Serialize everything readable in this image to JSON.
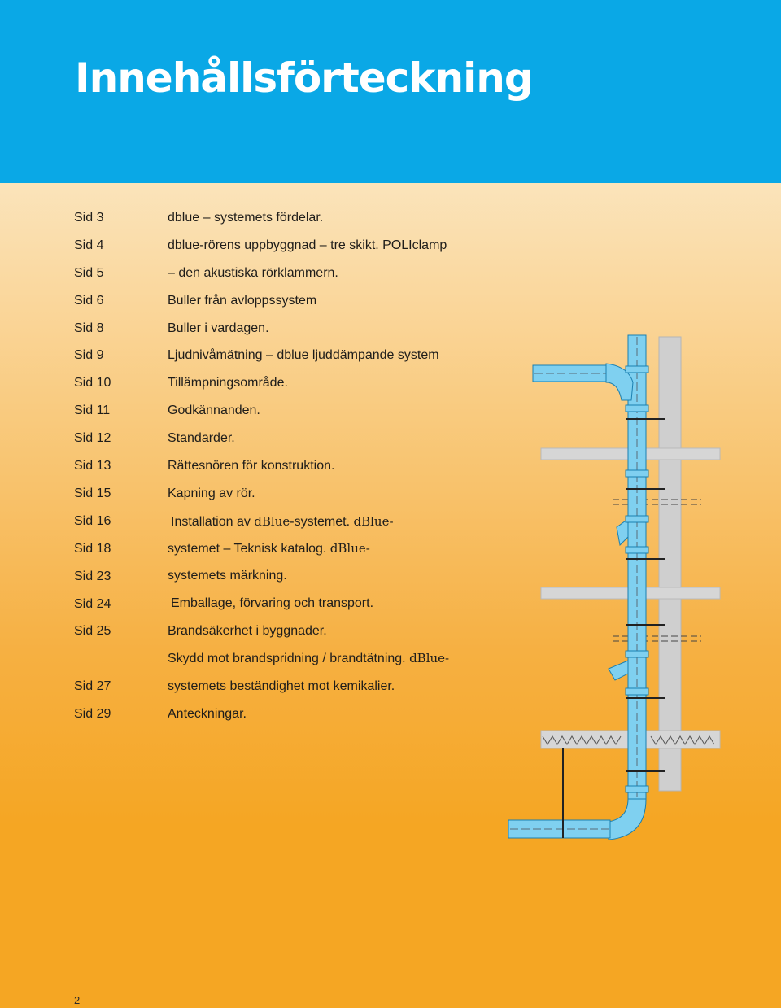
{
  "title": "Innehållsförteckning",
  "toc": [
    {
      "page": "Sid 3",
      "text": "dblue – systemets fördelar."
    },
    {
      "page": "Sid 4",
      "text": "dblue-rörens uppbyggnad – tre skikt. POLIclamp"
    },
    {
      "page": "Sid 5",
      "text": "– den akustiska rörklammern."
    },
    {
      "page": "Sid 6",
      "text": "Buller från avloppssystem"
    },
    {
      "page": "Sid 8",
      "text": "Buller i vardagen."
    },
    {
      "page": "Sid 9",
      "text": "Ljudnivåmätning – dblue ljuddämpande system"
    },
    {
      "page": "Sid 10",
      "text": "Tillämpningsområde."
    },
    {
      "page": "Sid 11",
      "text": "Godkännanden."
    },
    {
      "page": "Sid 12",
      "text": "Standarder."
    },
    {
      "page": "Sid 13",
      "text": "Rättesnören för konstruktion."
    },
    {
      "page": "Sid 15",
      "text": "Kapning av rör."
    },
    {
      "page": "Sid 16",
      "text_a": "Installation av ",
      "text_b": "dBlue",
      "text_c": "-systemet. ",
      "text_d": "dBlue-"
    },
    {
      "page": "Sid 18",
      "text_a": "systemet – Teknisk katalog. ",
      "text_b": "dBlue-"
    },
    {
      "page": "Sid 23",
      "text": "systemets märkning."
    },
    {
      "page": "Sid 24",
      "text": "Emballage, förvaring och transport."
    },
    {
      "page": "Sid 25",
      "text": "Brandsäkerhet i byggnader."
    },
    {
      "page": "",
      "text_a": "Skydd mot brandspridning / brandtätning. ",
      "text_b": "dBlue-"
    },
    {
      "page": "Sid 27",
      "text": "systemets beständighet mot kemikalier."
    },
    {
      "page": "Sid 29",
      "text": "Anteckningar."
    }
  ],
  "page_number": "2",
  "colors": {
    "header": "#0aa8e6",
    "pipe": "#7fd0f0",
    "pipe_outline": "#1a7fb0",
    "wall": "#cfcfcf"
  },
  "illustration": "pipe-installation-diagram"
}
